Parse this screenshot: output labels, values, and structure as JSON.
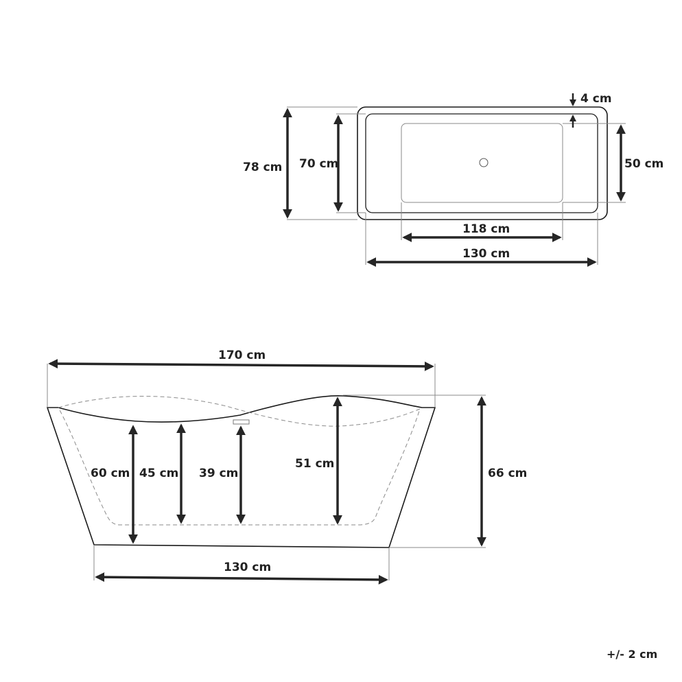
{
  "top_view": {
    "outer_length_label": "130 cm",
    "inner_length_label": "118 cm",
    "outer_width_label": "78 cm",
    "inner_width_label": "70 cm",
    "basin_width_label": "50 cm",
    "rim_thickness_label": "4 cm"
  },
  "side_view": {
    "top_length_label": "170 cm",
    "bottom_length_label": "130 cm",
    "total_height_label": "66 cm",
    "height_60_label": "60 cm",
    "height_45_label": "45 cm",
    "height_39_label": "39 cm",
    "height_51_label": "51 cm"
  },
  "tolerance_note": "+/- 2 cm",
  "colors": {
    "line": "#1a1a1a",
    "extension_line": "#8a8a8a",
    "arrow": "#262626",
    "background": "#ffffff"
  }
}
